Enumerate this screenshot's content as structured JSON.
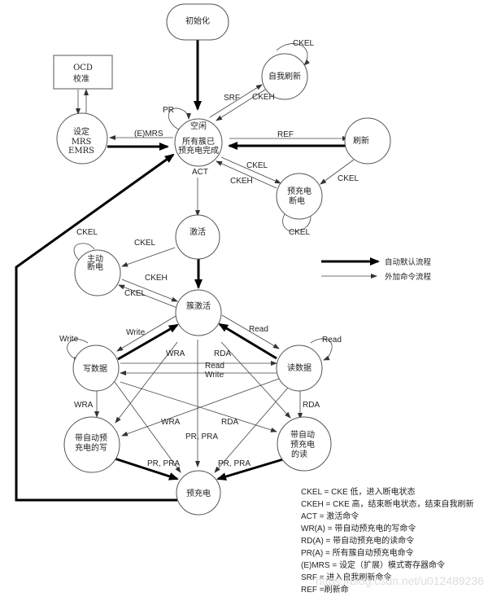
{
  "title": "DDR SDRAM 状态转换图",
  "nodes": {
    "init": "初始化",
    "ocd_line1": "OCD",
    "ocd_line2": "校准",
    "mrs_line1": "设定",
    "mrs_line2": "MRS",
    "mrs_line3": "EMRS",
    "idle_line1": "空闲",
    "idle_line2": "所有簇已",
    "idle_line3": "预充电完成",
    "self_refresh": "自我刷新",
    "refresh": "刷新",
    "precharge_pd_line1": "预充电",
    "precharge_pd_line2": "断电",
    "activating": "激活",
    "active_pd_line1": "主动",
    "active_pd_line2": "断电",
    "bank_active": "簇激活",
    "write": "写数据",
    "read": "读数据",
    "write_ap_line1": "带自动预",
    "write_ap_line2": "充电的写",
    "read_ap_line1": "带自动",
    "read_ap_line2": "预充电",
    "read_ap_line3": "的读",
    "precharge": "预充电"
  },
  "edges": {
    "pr": "PR",
    "emrs": "(E)MRS",
    "srf": "SRF",
    "ckeh_sr": "CKEH",
    "ckel_sr_loop": "CKEL",
    "ref": "REF",
    "ckel_idle_ppd": "CKEL",
    "ckeh_ppd_idle": "CKEH",
    "ckel_ref_ppd": "CKEL",
    "ckel_ppd_loop": "CKEL",
    "act": "ACT",
    "ckel_apd_loop": "CKEL",
    "ckel_act_apd": "CKEL",
    "ckeh_apd_ba": "CKEH",
    "ckel_ba_apd": "CKEL",
    "write_ba": "Write",
    "write_loop": "Write",
    "read_ba": "Read",
    "read_loop": "Read",
    "wra_ba": "WRA",
    "rda_ba": "RDA",
    "read_wr_rd": "Read",
    "write_rd_wr": "Write",
    "wra_write": "WRA",
    "rda_read": "RDA",
    "wra_cross": "WRA",
    "rda_cross": "RDA",
    "pr_pra_center": "PR, PRA",
    "pr_pra_left": "PR, PRA",
    "pr_pra_right": "PR, PRA"
  },
  "legend": {
    "auto_flow": "自动默认流程",
    "cmd_flow": "外加命令流程"
  },
  "definitions": [
    "CKEL = CKE  低，进入断电状态",
    "CKEH = CKE  高，结束断电状态，结束自我刷新",
    "ACT =  激活命令",
    "WR(A) =  带自动预充电的写命令",
    "RD(A) =  带自动预充电的读命令",
    "PR(A) =  所有簇自动预充电命令",
    "(E)MRS =  设定（扩展）模式寄存器命令",
    "SRF =  进入自我刷新命令",
    "REF =刷新命"
  ],
  "watermark": "https://blog.csdn.net/u012489236"
}
